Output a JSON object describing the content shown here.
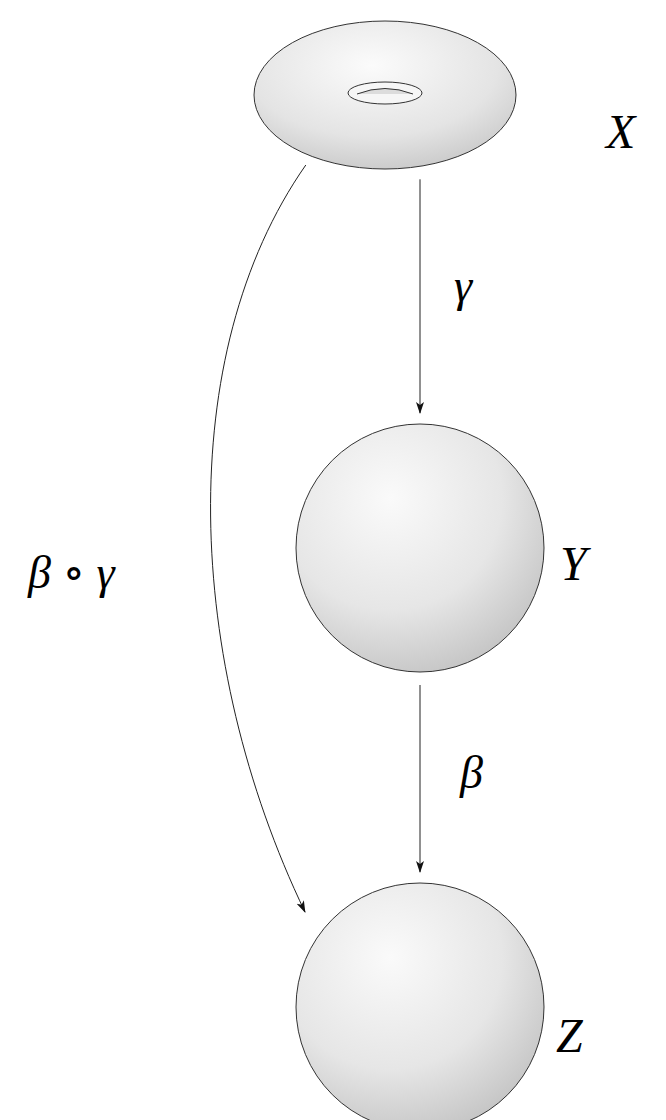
{
  "diagram": {
    "nodes": [
      {
        "text": [
          "X"
        ]
      },
      {
        "text": [
          "Y"
        ]
      },
      {
        "text": [
          "Z"
        ]
      }
    ],
    "edges": [
      {
        "from": 0,
        "to": 1,
        "label": "γ",
        "arrow": "to"
      },
      {
        "from": 1,
        "to": 2,
        "label": "β",
        "arrow": "to"
      },
      {
        "from": 0,
        "to": 2,
        "label": "β ∘ γ",
        "arrow": "to"
      }
    ]
  }
}
